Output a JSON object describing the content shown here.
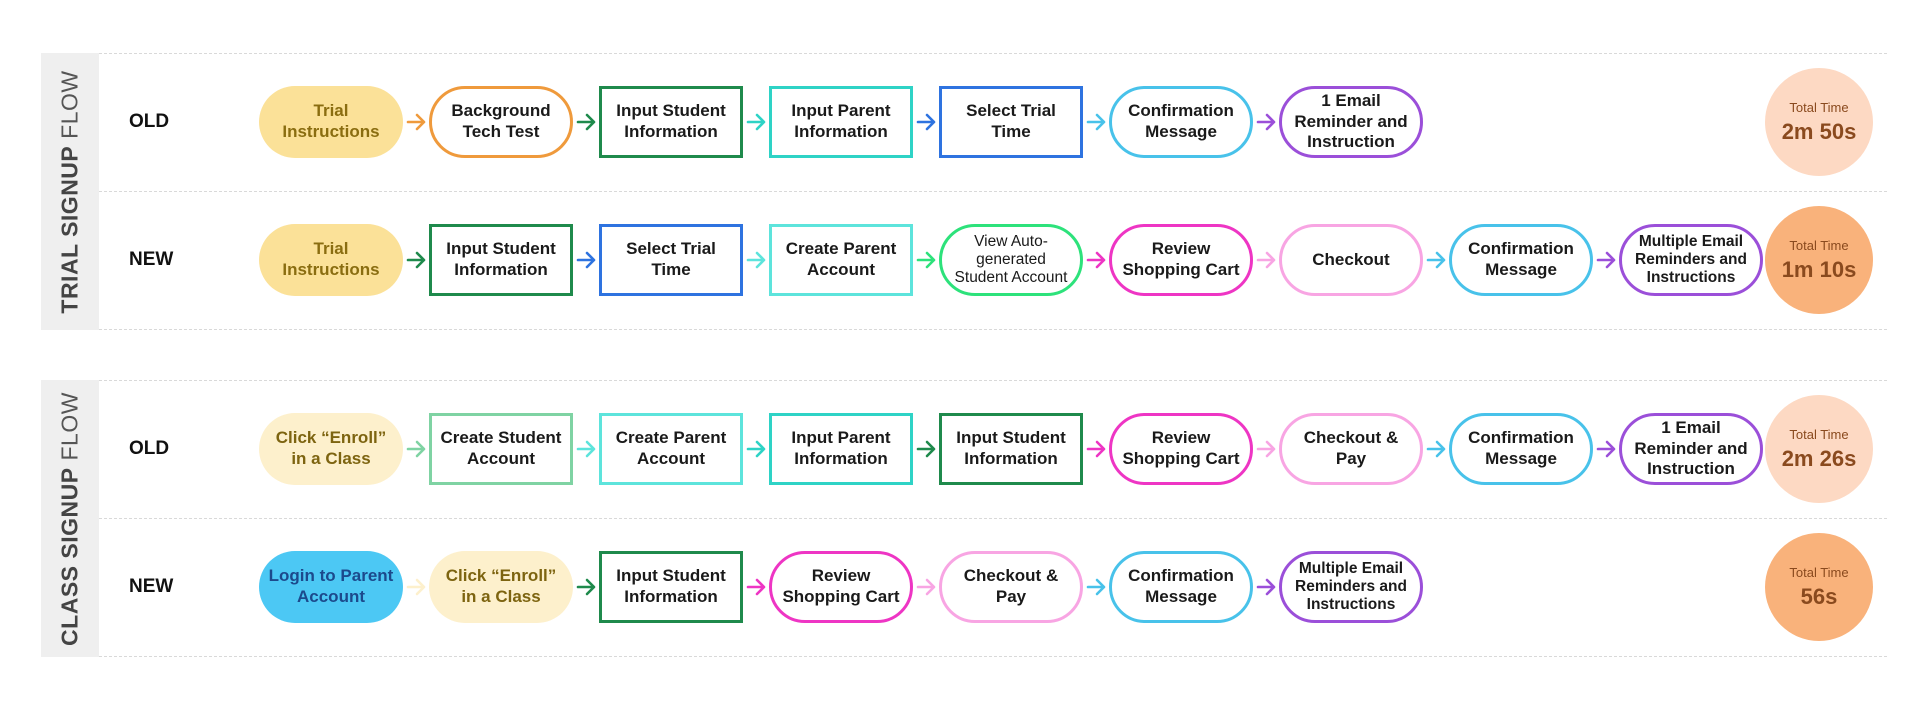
{
  "sections": [
    {
      "id": "trial",
      "title_strong": "TRIAL SIGNUP",
      "title_light": "FLOW",
      "rows": [
        {
          "label": "OLD",
          "time_label": "Total Time",
          "time_value": "2m 50s",
          "time_color": "#fdd9c3",
          "steps": [
            {
              "text": "Trial Instructions",
              "shape": "pill",
              "color": "#fbe198",
              "filled": true,
              "text_color": "#8a6d10"
            },
            {
              "text": "Background Tech Test",
              "shape": "pill",
              "color": "#ef9a3c"
            },
            {
              "text": "Input Student Information",
              "shape": "rect",
              "color": "#1f8a4c"
            },
            {
              "text": "Input Parent Information",
              "shape": "rect",
              "color": "#2ed3c6"
            },
            {
              "text": "Select Trial Time",
              "shape": "rect",
              "color": "#2e73e0"
            },
            {
              "text": "Confirmation Message",
              "shape": "pill",
              "color": "#48c2ea"
            },
            {
              "text": "1 Email Reminder and Instruction",
              "shape": "pill",
              "color": "#9b4fd9"
            }
          ]
        },
        {
          "label": "NEW",
          "time_label": "Total Time",
          "time_value": "1m 10s",
          "time_color": "#f9b27b",
          "steps": [
            {
              "text": "Trial Instructions",
              "shape": "pill",
              "color": "#fbe198",
              "filled": true,
              "text_color": "#8a6d10"
            },
            {
              "text": "Input Student Information",
              "shape": "rect",
              "color": "#1f8a4c"
            },
            {
              "text": "Select Trial Time",
              "shape": "rect",
              "color": "#2e73e0"
            },
            {
              "text": "Create Parent Account",
              "shape": "rect",
              "color": "#5de4dc"
            },
            {
              "text": "View Auto-generated Student Account",
              "shape": "pill",
              "color": "#2de27b",
              "style": "smallplain"
            },
            {
              "text": "Review Shopping Cart",
              "shape": "pill",
              "color": "#ee35c4"
            },
            {
              "text": "Checkout",
              "shape": "pill",
              "color": "#f8a5e3"
            },
            {
              "text": "Confirmation Message",
              "shape": "pill",
              "color": "#48c2ea"
            },
            {
              "text": "Multiple Email Reminders and Instructions",
              "shape": "pill",
              "color": "#9b4fd9",
              "style": "small"
            }
          ]
        }
      ]
    },
    {
      "id": "class",
      "title_strong": "CLASS SIGNUP",
      "title_light": "FLOW",
      "rows": [
        {
          "label": "OLD",
          "time_label": "Total Time",
          "time_value": "2m 26s",
          "time_color": "#fdd9c3",
          "steps": [
            {
              "text": "Click “Enroll” in a Class",
              "shape": "pill",
              "color": "#fdf0cc",
              "filled": true,
              "text_color": "#7d6410"
            },
            {
              "text": "Create Student Account",
              "shape": "rect",
              "color": "#7fd3a3"
            },
            {
              "text": "Create Parent Account",
              "shape": "rect",
              "color": "#5de4dc"
            },
            {
              "text": "Input Parent Information",
              "shape": "rect",
              "color": "#2ed3c6"
            },
            {
              "text": "Input Student Information",
              "shape": "rect",
              "color": "#1f8a4c"
            },
            {
              "text": "Review Shopping Cart",
              "shape": "pill",
              "color": "#ee35c4"
            },
            {
              "text": "Checkout & Pay",
              "shape": "pill",
              "color": "#f8a5e3"
            },
            {
              "text": "Confirmation Message",
              "shape": "pill",
              "color": "#48c2ea"
            },
            {
              "text": "1 Email Reminder and Instruction",
              "shape": "pill",
              "color": "#9b4fd9"
            }
          ]
        },
        {
          "label": "NEW",
          "time_label": "Total Time",
          "time_value": "56s",
          "time_color": "#f9b27b",
          "steps": [
            {
              "text": "Login to Parent Account",
              "shape": "pill",
              "color": "#4cc8f4",
              "filled": true,
              "text_color": "#1c4a8c"
            },
            {
              "text": "Click “Enroll” in a Class",
              "shape": "pill",
              "color": "#fdf0cc",
              "filled": true,
              "text_color": "#7d6410"
            },
            {
              "text": "Input Student Information",
              "shape": "rect",
              "color": "#1f8a4c"
            },
            {
              "text": "Review Shopping Cart",
              "shape": "pill",
              "color": "#ee35c4"
            },
            {
              "text": "Checkout & Pay",
              "shape": "pill",
              "color": "#f8a5e3"
            },
            {
              "text": "Confirmation Message",
              "shape": "pill",
              "color": "#48c2ea"
            },
            {
              "text": "Multiple Email Reminders and Instructions",
              "shape": "pill",
              "color": "#9b4fd9",
              "style": "small"
            }
          ]
        }
      ]
    }
  ]
}
